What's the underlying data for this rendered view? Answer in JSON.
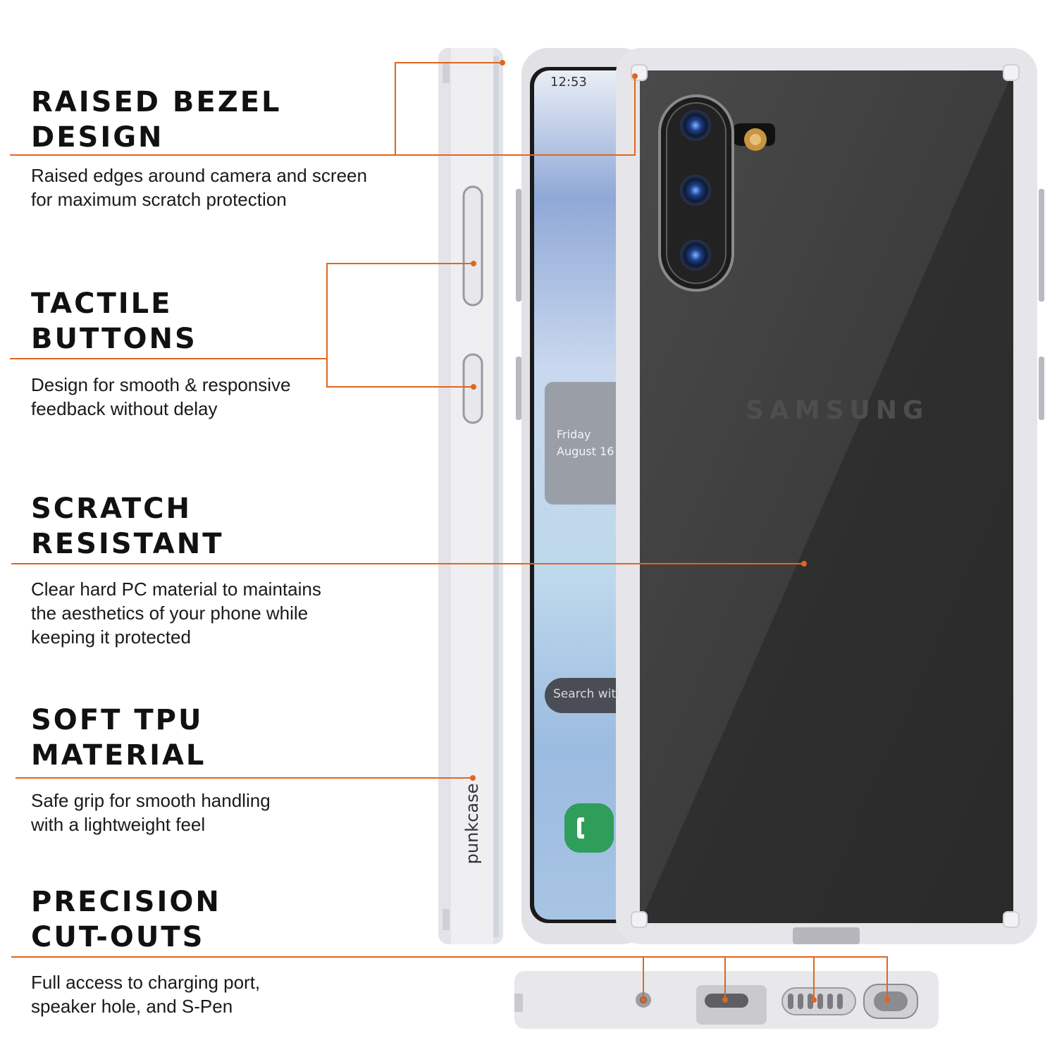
{
  "features": [
    {
      "title": "RAISED BEZEL\nDESIGN",
      "desc": "Raised edges around camera and screen\nfor maximum scratch protection"
    },
    {
      "title": "TACTILE\nBUTTONS",
      "desc": "Design for smooth & responsive\nfeedback without delay"
    },
    {
      "title": "SCRATCH\nRESISTANT",
      "desc": "Clear hard PC material to maintains\nthe aesthetics of your phone while\nkeeping it protected"
    },
    {
      "title": "SOFT TPU\nMATERIAL",
      "desc": "Safe grip for smooth handling\nwith a lightweight feel"
    },
    {
      "title": "PRECISION\nCUT-OUTS",
      "desc": "Full access to charging port,\nspeaker hole, and S-Pen"
    }
  ],
  "phone": {
    "time": "12:53",
    "day": "Friday",
    "date": "August 16",
    "search": "Search with",
    "brand": "SAMSUNG",
    "case_logo": "punkcase"
  },
  "colors": {
    "accent": "#e0661f",
    "case": "#e6e6ea",
    "back": "#3a3a3a"
  },
  "icons": [
    "phone-app-icon",
    "camera-lens-icon",
    "flash-icon"
  ]
}
